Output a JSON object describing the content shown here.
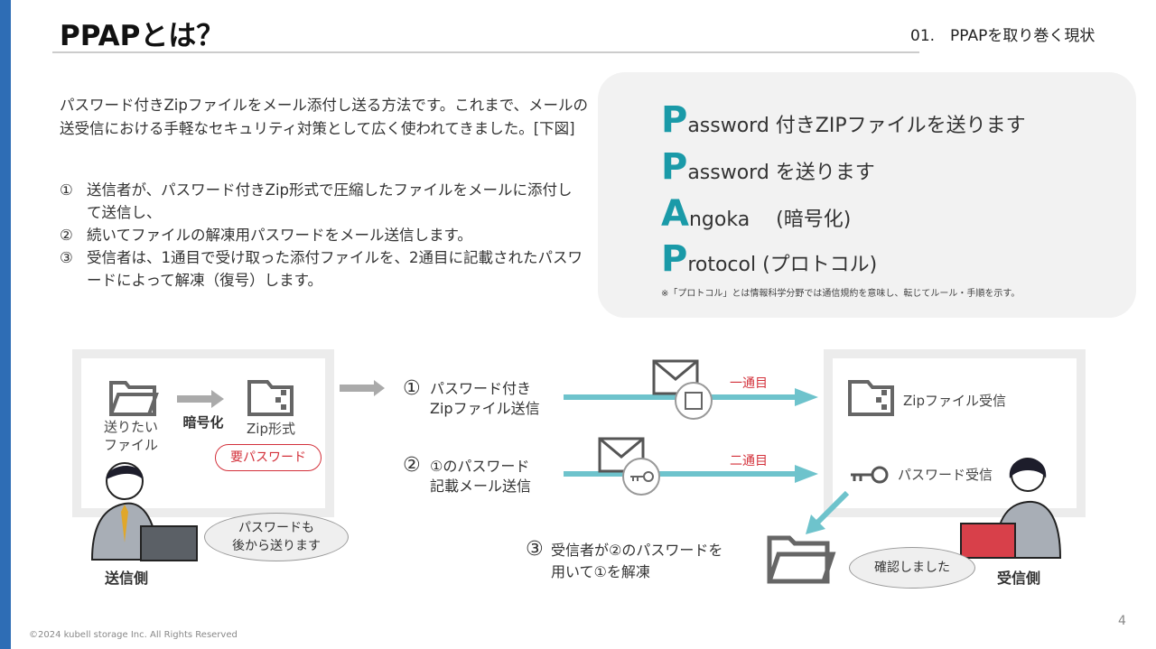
{
  "header": {
    "title": "PPAPとは？",
    "section": "01.　PPAPを取り巻く現状"
  },
  "intro": "パスワード付きZipファイルをメール添付し送る方法です。これまで、メールの送受信における手軽なセキュリティ対策として広く使われてきました。[下図]",
  "steps": [
    {
      "num": "①",
      "text": "送信者が、パスワード付きZip形式で圧縮したファイルをメールに添付して送信し、"
    },
    {
      "num": "②",
      "text": "続いてファイルの解凍用パスワードをメール送信します。"
    },
    {
      "num": "③",
      "text": "受信者は、1通目で受け取った添付ファイルを、2通目に記載されたパスワードによって解凍（復号）します。"
    }
  ],
  "acronym": {
    "lines": [
      {
        "letter": "P",
        "rest": "assword 付きZIPファイルを送ります"
      },
      {
        "letter": "P",
        "rest": "assword を送ります"
      },
      {
        "letter": "A",
        "rest": "ngoka　 (暗号化)"
      },
      {
        "letter": "P",
        "rest": "rotocol (プロトコル)"
      }
    ],
    "note": "※「プロトコル」とは情報科学分野では通信規約を意味し、転じてルール・手順を示す。"
  },
  "diagram": {
    "sender": {
      "file_label": "送りたい\nファイル",
      "encrypt": "暗号化",
      "zip": "Zip形式",
      "needs_password": "要パスワード",
      "bubble": "パスワードも\n後から送ります",
      "label": "送信側"
    },
    "flow1": {
      "num": "①",
      "text": "パスワード付き\nZipファイル送信",
      "tag": "一通目"
    },
    "flow2": {
      "num": "②",
      "text": "①のパスワード\n記載メール送信",
      "tag": "二通目"
    },
    "flow3": {
      "num": "③",
      "text": "受信者が②のパスワードを\n用いて①を解凍"
    },
    "receiver": {
      "zip": "Zipファイル受信",
      "password": "パスワード受信",
      "bubble": "確認しました",
      "label": "受信側"
    }
  },
  "footer": {
    "copyright": "©2024 kubell storage Inc. All Rights Reserved",
    "page": "4"
  },
  "colors": {
    "accent": "#1a9aa8",
    "line": "#6ec3cc",
    "sidebar": "#2e6db5",
    "red": "#d3303a"
  }
}
